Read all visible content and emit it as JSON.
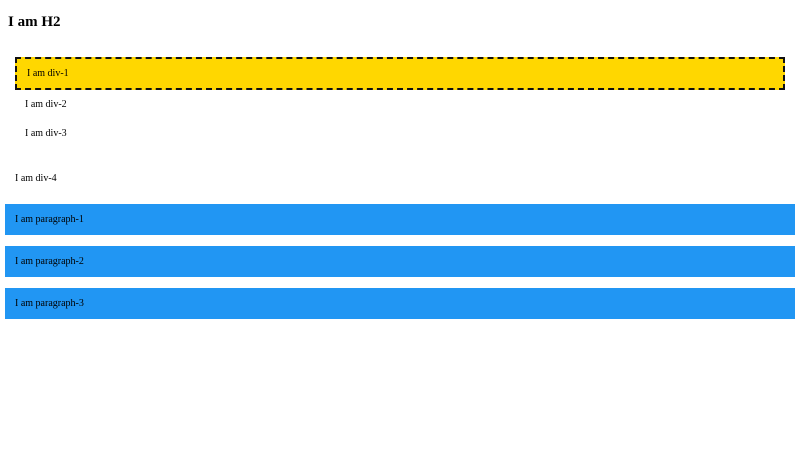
{
  "heading": {
    "text": "I am H2"
  },
  "divs": [
    {
      "id": "div-1",
      "label": "I am div-1",
      "highlighted": true
    },
    {
      "id": "div-2",
      "label": "I am div-2",
      "highlighted": false
    },
    {
      "id": "div-3",
      "label": "I am div-3",
      "highlighted": false
    },
    {
      "id": "div-4",
      "label": "I am div-4",
      "highlighted": false
    }
  ],
  "paragraphs": [
    {
      "id": "paragraph-1",
      "label": "I am paragraph-1"
    },
    {
      "id": "paragraph-2",
      "label": "I am paragraph-2"
    },
    {
      "id": "paragraph-3",
      "label": "I am paragraph-3"
    }
  ],
  "colors": {
    "highlight_bg": "#FFD700",
    "highlight_border": "#111111",
    "paragraph_bg": "#2196F3",
    "text": "#000000"
  }
}
